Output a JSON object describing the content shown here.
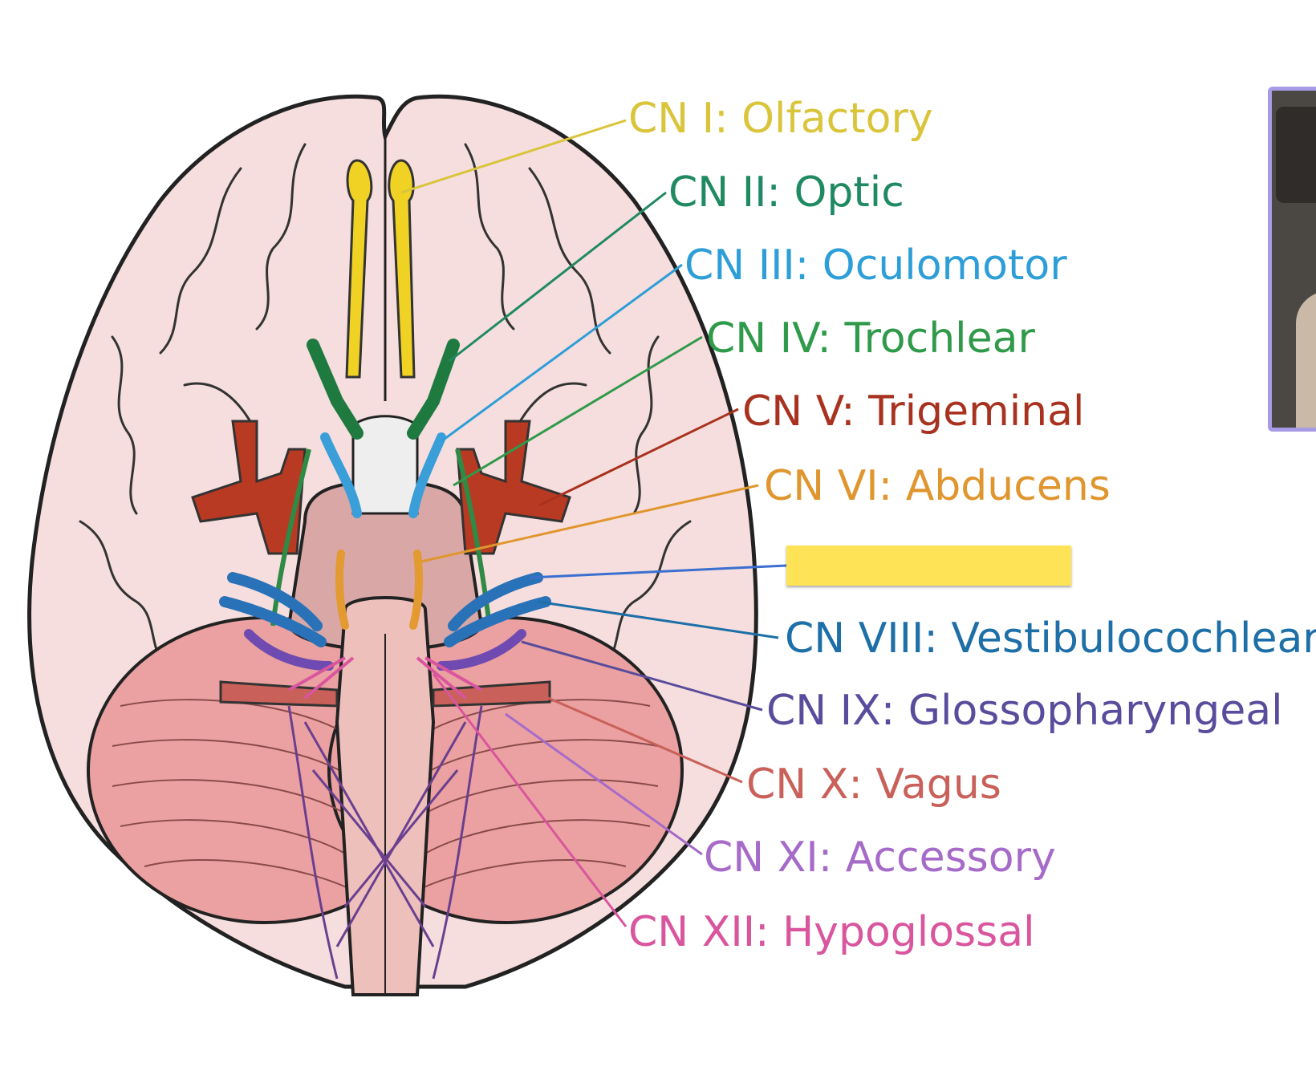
{
  "labels": [
    {
      "id": "cn1",
      "text": "CN I: Olfactory",
      "color": "#d9c43a"
    },
    {
      "id": "cn2",
      "text": "CN II: Optic",
      "color": "#1f8a62"
    },
    {
      "id": "cn3",
      "text": "CN III: Oculomotor",
      "color": "#2e9ed8"
    },
    {
      "id": "cn4",
      "text": "CN IV: Trochlear",
      "color": "#2f9a4a"
    },
    {
      "id": "cn5",
      "text": "CN V: Trigeminal",
      "color": "#a8321f"
    },
    {
      "id": "cn6",
      "text": "CN VI: Abducens",
      "color": "#e0962e"
    },
    {
      "id": "cn8",
      "text": "CN VIII: Vestibulocochlear",
      "color": "#1d6fa8"
    },
    {
      "id": "cn9",
      "text": "CN IX: Glossopharyngeal",
      "color": "#5a4c9c"
    },
    {
      "id": "cn10",
      "text": "CN X: Vagus",
      "color": "#c9605a"
    },
    {
      "id": "cn11",
      "text": "CN XI: Accessory",
      "color": "#a66ac9"
    },
    {
      "id": "cn12",
      "text": "CN XII: Hypoglossal",
      "color": "#d9559e"
    }
  ],
  "colors": {
    "brain_fill": "#f6dede",
    "brain_outline": "#222222",
    "cerebellum": "#eba1a1",
    "brainstem": "#eec0bc",
    "pons": "#d9a7a6",
    "highlight": "#ffe357",
    "video_border": "#a79ae6"
  }
}
